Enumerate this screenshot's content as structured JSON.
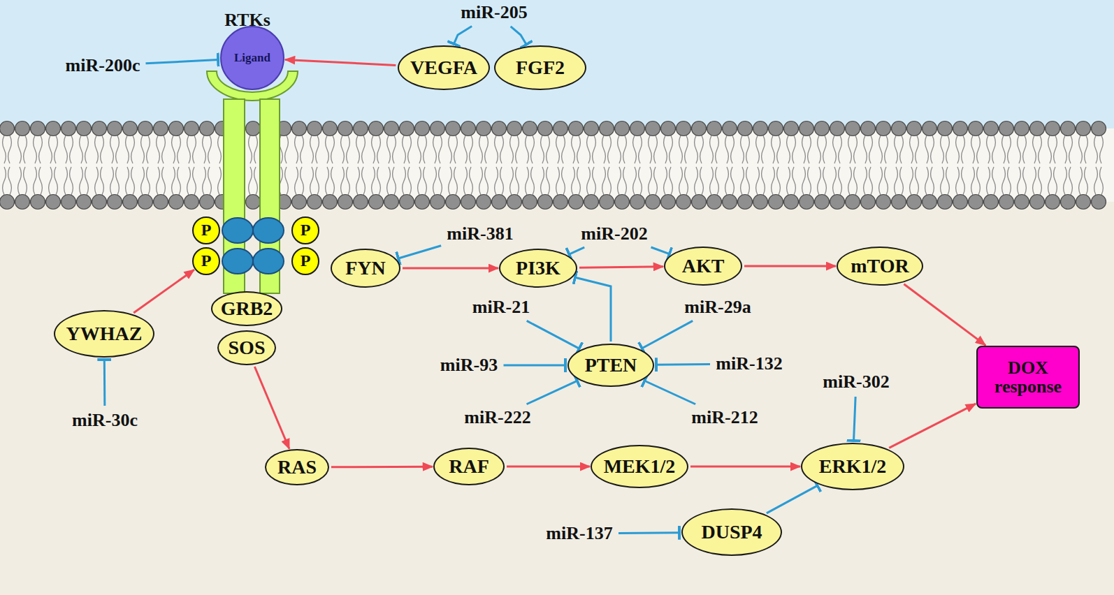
{
  "diagram": {
    "nodes": [
      {
        "text": [
          "miR-205"
        ]
      },
      {
        "text": [
          "miR-200c"
        ]
      },
      {
        "text": [
          "Ligand"
        ]
      },
      {
        "text": [
          "VEGFA"
        ]
      },
      {
        "text": [
          "FGF2"
        ]
      },
      {
        "text": [
          "P"
        ]
      },
      {
        "text": [
          "P"
        ]
      },
      {
        "text": [
          "P"
        ]
      },
      {
        "text": [
          "P"
        ]
      },
      {
        "text": [
          "miR-381"
        ]
      },
      {
        "text": [
          "miR-202"
        ]
      },
      {
        "text": [
          "FYN"
        ]
      },
      {
        "text": [
          "PI3K"
        ]
      },
      {
        "text": [
          "AKT"
        ]
      },
      {
        "text": [
          "mTOR"
        ]
      },
      {
        "text": [
          "GRB2"
        ]
      },
      {
        "text": [
          "miR-21"
        ]
      },
      {
        "text": [
          "miR-29a"
        ]
      },
      {
        "text": [
          "YWHAZ"
        ]
      },
      {
        "text": [
          "SOS"
        ]
      },
      {
        "text": [
          "miR-93"
        ]
      },
      {
        "text": [
          "PTEN"
        ]
      },
      {
        "text": [
          "miR-132"
        ]
      },
      {
        "text": [
          "DOX response"
        ]
      },
      {
        "text": [
          "miR-302"
        ]
      },
      {
        "text": [
          "miR-222"
        ]
      },
      {
        "text": [
          "miR-212"
        ]
      },
      {
        "text": [
          "miR-30c"
        ]
      },
      {
        "text": [
          "RAS"
        ]
      },
      {
        "text": [
          "RAF"
        ]
      },
      {
        "text": [
          "MEK1/2"
        ]
      },
      {
        "text": [
          "ERK1/2"
        ]
      },
      {
        "text": [
          "miR-137"
        ]
      },
      {
        "text": [
          "DUSP4"
        ]
      }
    ],
    "edges": [
      {
        "from": 3,
        "to": 2,
        "arrow": "to"
      },
      {
        "from": 1,
        "to": 2,
        "arrow": "to"
      },
      {
        "from": 0,
        "to": 3,
        "arrow": "to"
      },
      {
        "from": 0,
        "to": 4,
        "arrow": "to"
      },
      {
        "from": 18,
        "to": 7,
        "arrow": "to"
      },
      {
        "from": 27,
        "to": 18,
        "arrow": "to"
      },
      {
        "from": 19,
        "to": 28,
        "arrow": "to"
      },
      {
        "from": 28,
        "to": 29,
        "arrow": "to"
      },
      {
        "from": 29,
        "to": 30,
        "arrow": "to"
      },
      {
        "from": 30,
        "to": 31,
        "arrow": "to"
      },
      {
        "from": 31,
        "to": 23,
        "arrow": "to"
      },
      {
        "from": 24,
        "to": 31,
        "arrow": "to"
      },
      {
        "from": 33,
        "to": 31,
        "arrow": "to"
      },
      {
        "from": 32,
        "to": 33,
        "arrow": "to"
      },
      {
        "from": 9,
        "to": 11,
        "arrow": "to"
      },
      {
        "from": 11,
        "to": 12,
        "arrow": "to"
      },
      {
        "from": 10,
        "to": 12,
        "arrow": "to"
      },
      {
        "from": 10,
        "to": 13,
        "arrow": "to"
      },
      {
        "from": 12,
        "to": 13,
        "arrow": "to"
      },
      {
        "from": 13,
        "to": 14,
        "arrow": "to"
      },
      {
        "from": 14,
        "to": 23,
        "arrow": "to"
      },
      {
        "from": 21,
        "to": 12,
        "arrow": "to"
      },
      {
        "from": 16,
        "to": 21,
        "arrow": "to"
      },
      {
        "from": 17,
        "to": 21,
        "arrow": "to"
      },
      {
        "from": 20,
        "to": 21,
        "arrow": "to"
      },
      {
        "from": 22,
        "to": 21,
        "arrow": "to"
      },
      {
        "from": 25,
        "to": 21,
        "arrow": "to"
      },
      {
        "from": 26,
        "to": 21,
        "arrow": "to"
      }
    ],
    "labels": [
      "RTKs"
    ]
  }
}
